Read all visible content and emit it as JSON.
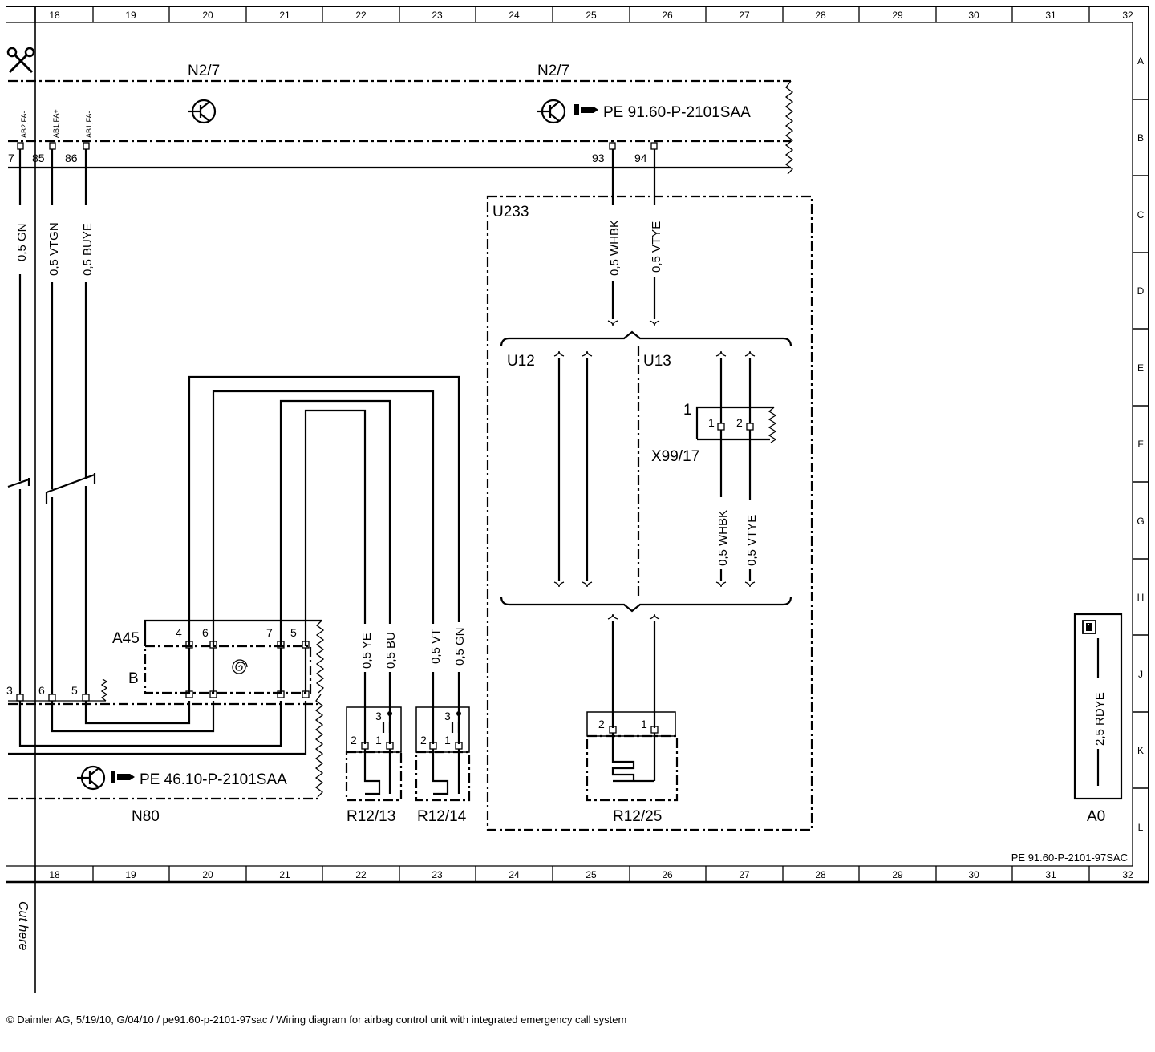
{
  "grid": {
    "columns": [
      "18",
      "19",
      "20",
      "21",
      "22",
      "23",
      "24",
      "25",
      "26",
      "27",
      "28",
      "29",
      "30",
      "31",
      "32"
    ],
    "rows": [
      "A",
      "B",
      "C",
      "D",
      "E",
      "F",
      "G",
      "H",
      "J",
      "K",
      "L"
    ]
  },
  "components": {
    "n2_7_left": "N2/7",
    "n2_7_right": "N2/7",
    "u233": "U233",
    "u12": "U12",
    "u13": "U13",
    "x99_17": "X99/17",
    "a45": "A45",
    "a45_b": "B",
    "n80": "N80",
    "r12_13": "R12/13",
    "r12_14": "R12/14",
    "r12_25": "R12/25",
    "a0": "A0"
  },
  "references": {
    "ref_top": "PE 91.60-P-2101SAA",
    "ref_bottom": "PE 46.10-P-2101SAA",
    "sheet_ref": "PE 91.60-P-2101-97SAC"
  },
  "pin_labels": {
    "ab2_fa_minus": "AB2,FA-",
    "ab1_fa_plus": "AB1,FA+",
    "ab1_fa_minus": "AB1,FA-",
    "p7": "7",
    "p85": "85",
    "p86": "86",
    "p93": "93",
    "p94": "94",
    "a45_4": "4",
    "a45_6": "6",
    "a45_7": "7",
    "a45_5": "5",
    "n80_3": "3",
    "n80_6": "6",
    "n80_5": "5",
    "x99_1_outer": "1",
    "x99_1": "1",
    "x99_2": "2",
    "r13_3": "3",
    "r13_2": "2",
    "r13_1": "1",
    "r14_3": "3",
    "r14_2": "2",
    "r14_1": "1",
    "r25_2": "2",
    "r25_1": "1"
  },
  "wires": {
    "gn": "0,5 GN",
    "vtgn": "0,5 VTGN",
    "buye": "0,5 BUYE",
    "whbk_top": "0,5 WHBK",
    "vtye_top": "0,5 VTYE",
    "whbk_mid": "0,5 WHBK",
    "vtye_mid": "0,5 VTYE",
    "ye": "0,5 YE",
    "bu": "0,5 BU",
    "vt": "0,5 VT",
    "gn2": "0,5 GN",
    "rdye": "2,5 RDYE"
  },
  "cut_here": "Cut here",
  "footer": "© Daimler AG, 5/19/10, G/04/10 / pe91.60-p-2101-97sac / Wiring diagram for airbag control unit with integrated emergency call system"
}
